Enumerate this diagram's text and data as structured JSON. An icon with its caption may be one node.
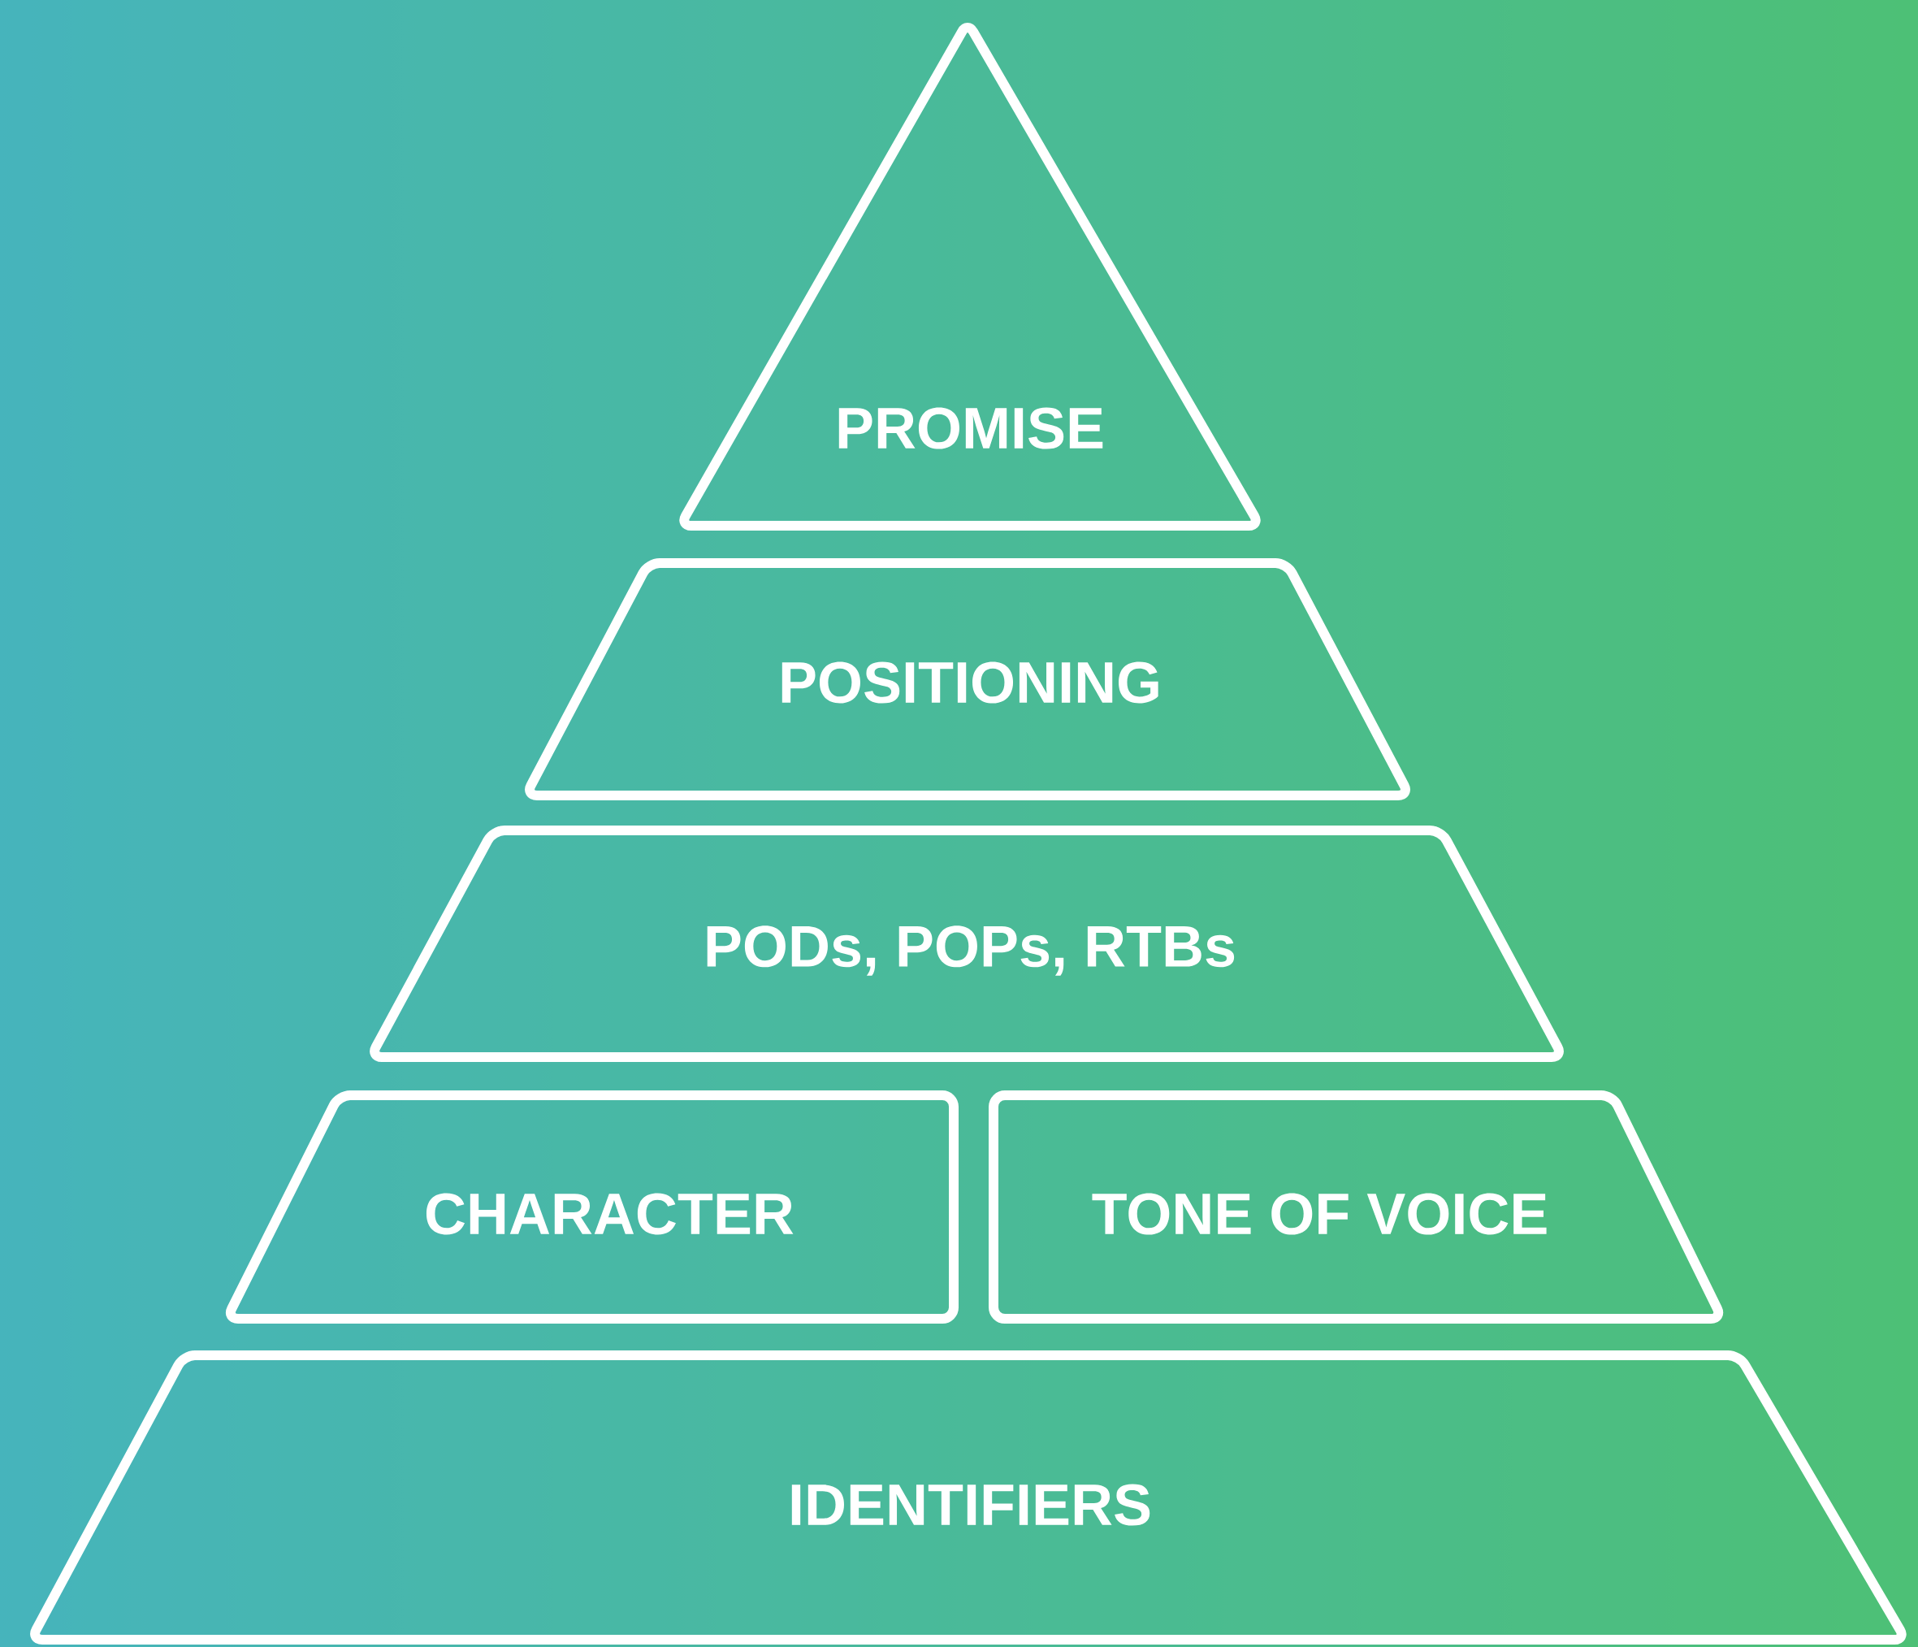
{
  "diagram": {
    "nodes": [
      {
        "text": [
          "PROMISE"
        ]
      },
      {
        "text": [
          "POSITIONING"
        ]
      },
      {
        "text": [
          "PODs, POPs, RTBs"
        ]
      },
      {
        "text": [
          "CHARACTER"
        ]
      },
      {
        "text": [
          "TONE OF VOICE"
        ]
      },
      {
        "text": [
          "IDENTIFIERS"
        ]
      }
    ]
  }
}
